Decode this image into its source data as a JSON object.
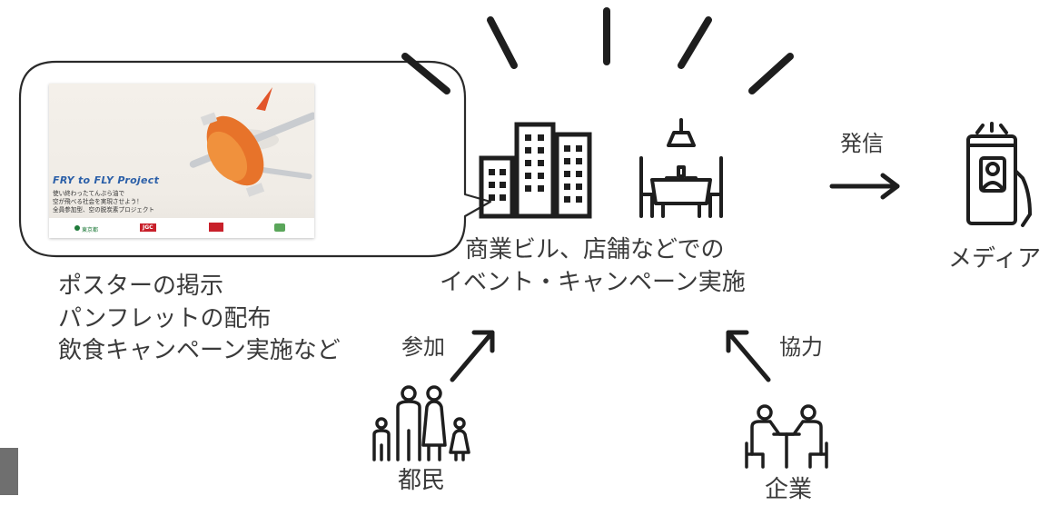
{
  "poster": {
    "title": "FRY to FLY Project",
    "lines": [
      "使い終わったてんぷら油で",
      "空が飛べる社会を実現させよう！",
      "全員参加型、空の脱炭素プロジェクト"
    ],
    "logo_tokyo": "東京都",
    "logo_jgc": "JGC"
  },
  "promo_lines": [
    "ポスターの掲示",
    "パンフレットの配布",
    "飲食キャンペーン実施など"
  ],
  "venue_lines": [
    "商業ビル、店舗などでの",
    "イベント・キャンペーン実施"
  ],
  "broadcast_label": "発信",
  "media_label": "メディア",
  "participate_label": "参加",
  "cooperate_label": "協力",
  "citizens_label": "都民",
  "company_label": "企業",
  "colors": {
    "ink": "#3a3a3a",
    "icon": "#1e1e1e"
  }
}
